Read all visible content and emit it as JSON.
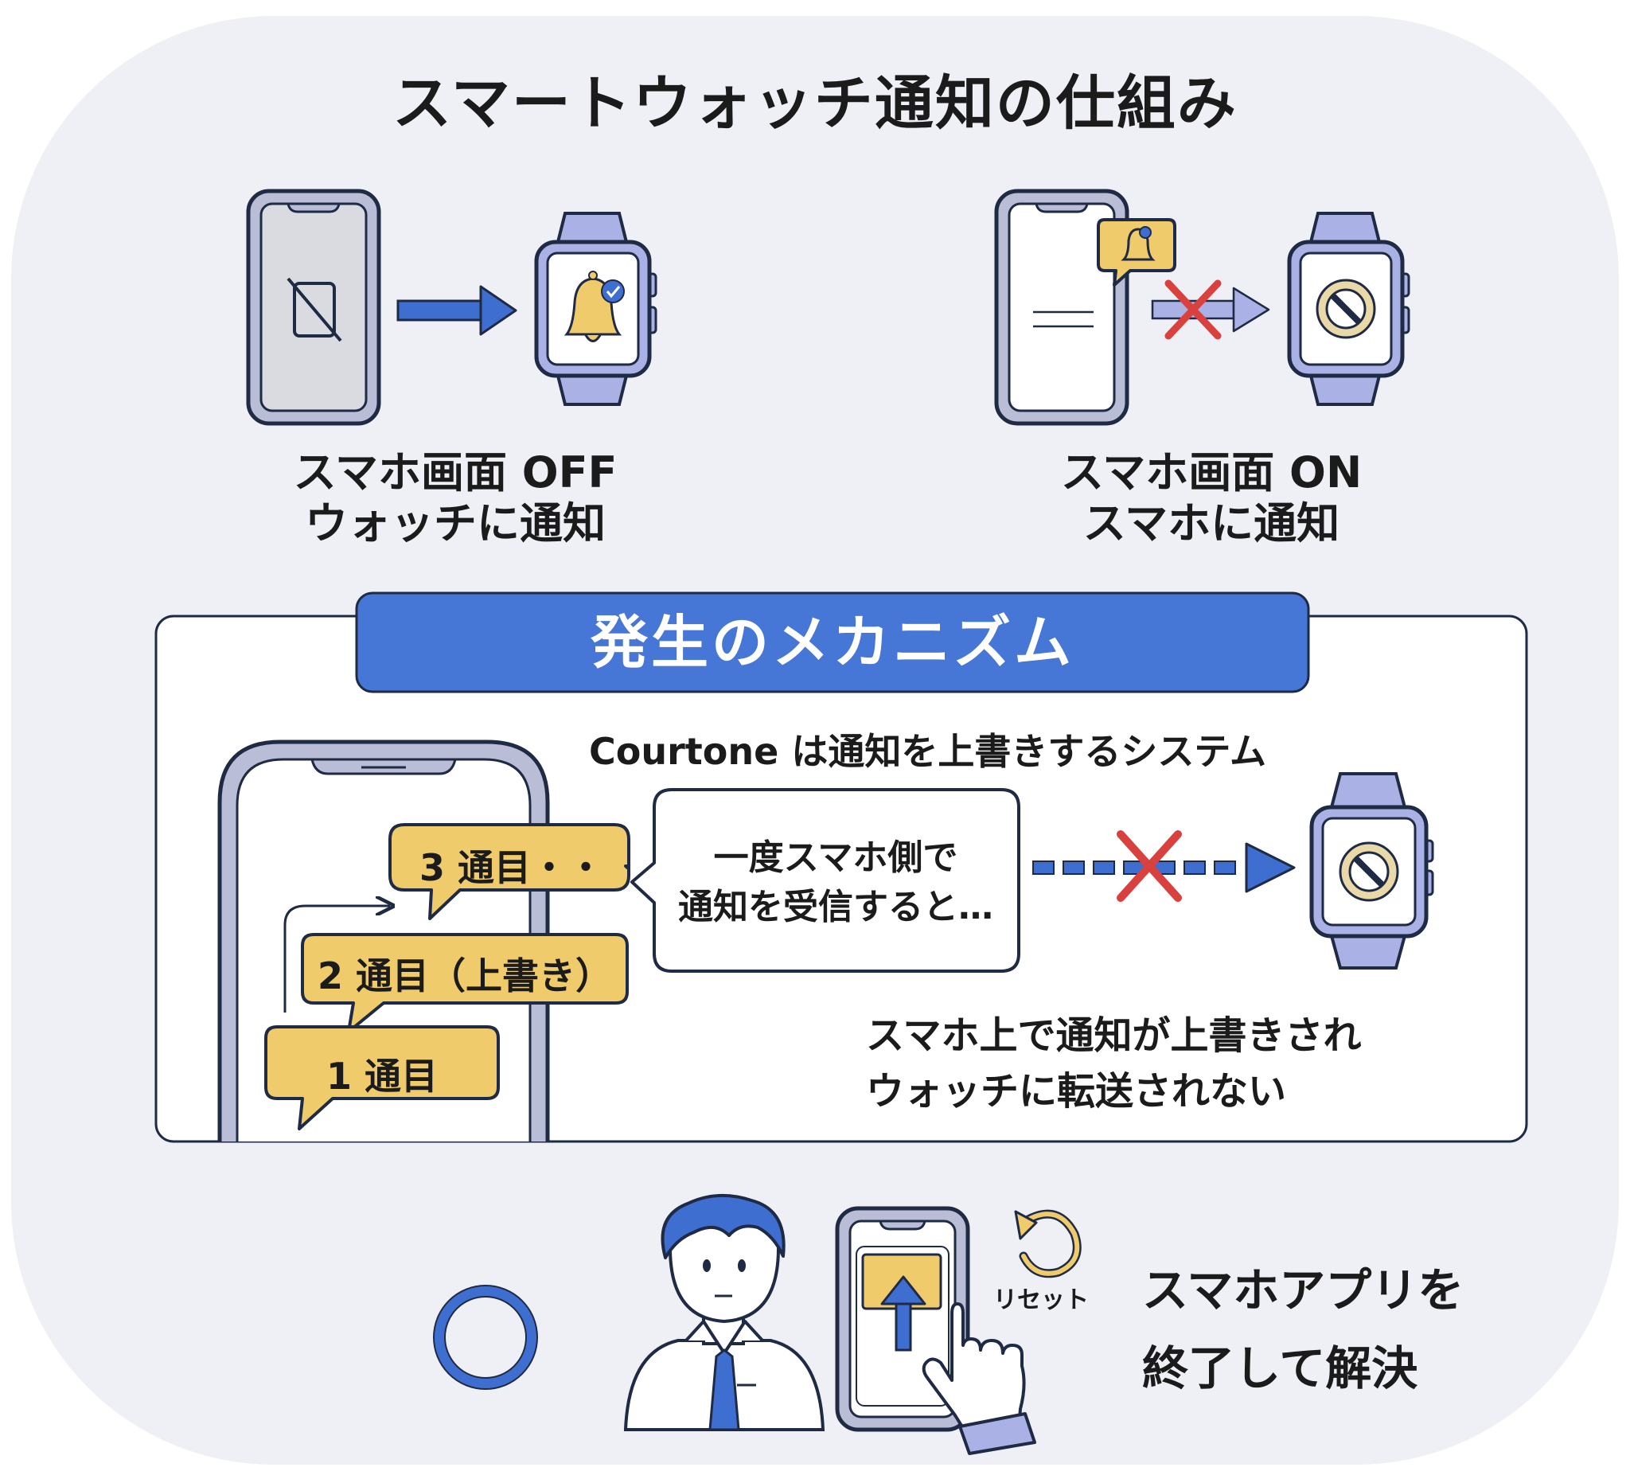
{
  "title": "スマートウォッチ通知の仕組み",
  "scenarios": {
    "screen_off": {
      "line1": "スマホ画面 OFF",
      "line2": "ウォッチに通知"
    },
    "screen_on": {
      "line1": "スマホ画面 ON",
      "line2": "スマホに通知"
    }
  },
  "mechanism": {
    "title": "発生のメカニズム",
    "subtitle": "Courtone は通知を上書きするシステム",
    "bubbles": {
      "third": "3 通目・・",
      "second": "2 通目（上書き）",
      "first": "1 通目"
    },
    "callout": {
      "line1": "一度スマホ側で",
      "line2": "通知を受信すると…"
    },
    "result": {
      "line1": "スマホ上で通知が上書きされ",
      "line2": "ウォッチに転送されない"
    }
  },
  "solution": {
    "reset_label": "リセット",
    "line1": "スマホアプリを",
    "line2": "終了して解決"
  },
  "colors": {
    "accent_blue": "#4676d6",
    "outline": "#1f2a44",
    "bubble_yellow": "#f0cb6b",
    "watch_band": "#a9b1e5",
    "cross_red": "#d9413f",
    "panel_bg": "#eef0f5"
  }
}
